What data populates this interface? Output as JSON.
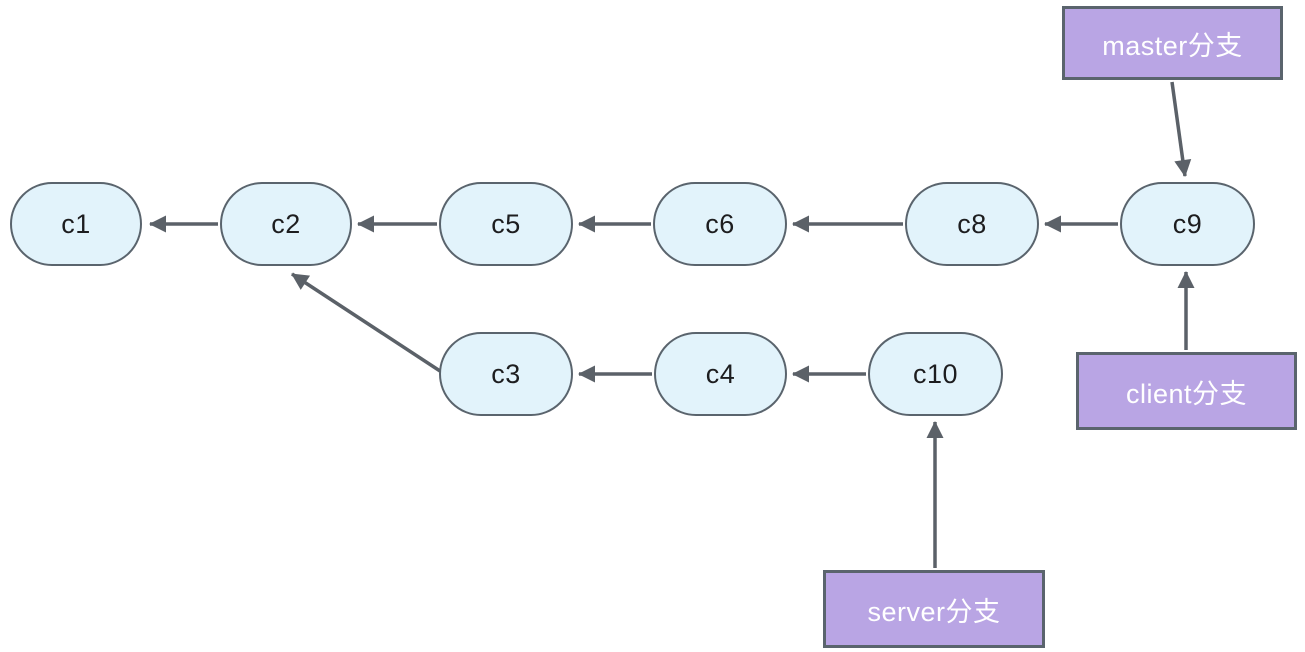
{
  "diagram": {
    "type": "git-branch-commit-graph",
    "nodes": {
      "c1": {
        "label": "c1"
      },
      "c2": {
        "label": "c2"
      },
      "c3": {
        "label": "c3"
      },
      "c4": {
        "label": "c4"
      },
      "c5": {
        "label": "c5"
      },
      "c6": {
        "label": "c6"
      },
      "c8": {
        "label": "c8"
      },
      "c9": {
        "label": "c9"
      },
      "c10": {
        "label": "c10"
      }
    },
    "branches": {
      "master": {
        "label": "master分支",
        "points_to": "c9"
      },
      "client": {
        "label": "client分支",
        "points_to": "c9"
      },
      "server": {
        "label": "server分支",
        "points_to": "c10"
      }
    },
    "edges": [
      {
        "from": "c2",
        "to": "c1"
      },
      {
        "from": "c5",
        "to": "c2"
      },
      {
        "from": "c6",
        "to": "c5"
      },
      {
        "from": "c8",
        "to": "c6"
      },
      {
        "from": "c9",
        "to": "c8"
      },
      {
        "from": "c3",
        "to": "c2"
      },
      {
        "from": "c4",
        "to": "c3"
      },
      {
        "from": "c10",
        "to": "c4"
      },
      {
        "from": "master分支",
        "to": "c9"
      },
      {
        "from": "client分支",
        "to": "c9"
      },
      {
        "from": "server分支",
        "to": "c10"
      }
    ],
    "colors": {
      "node_fill": "#E2F3FB",
      "node_border": "#5A646D",
      "node_text": "#1D1D1F",
      "branch_fill": "#B9A5E4",
      "branch_border": "#5A646D",
      "branch_text": "#FFFFFF",
      "arrow": "#5B6168",
      "background": "#FFFFFF"
    }
  }
}
